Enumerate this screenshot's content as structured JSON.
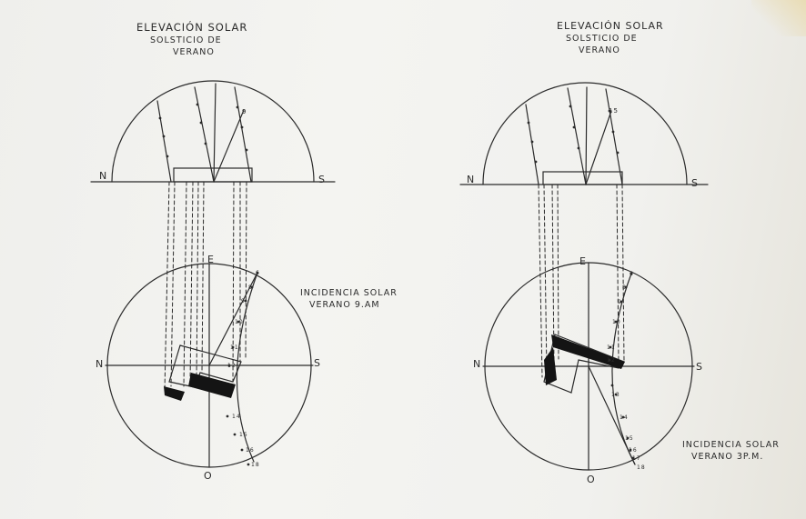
{
  "colors": {
    "ink": "#2a2a2a",
    "paper": "#f2f2ef",
    "fill": "#141414"
  },
  "left_panel": {
    "title_line1": "ELEVACIÓN SOLAR",
    "title_line2": "SOLSTICIO DE",
    "title_line3": "VERANO",
    "elev_north": "N",
    "elev_south": "S",
    "elev_hour": "9",
    "plan_north": "N",
    "plan_south": "S",
    "plan_east": "E",
    "plan_west": "O",
    "incidence_line1": "INCIDENCIA SOLAR",
    "incidence_line2": "VERANO 9.am",
    "hours": [
      "6",
      "8",
      "9",
      "10",
      "11",
      "12",
      "14",
      "15",
      "16",
      "18"
    ]
  },
  "right_panel": {
    "title_line1": "ELEVACIÓN SOLAR",
    "title_line2": "SOLSTICIO DE",
    "title_line3": "VERANO",
    "elev_north": "N",
    "elev_south": "S",
    "elev_hour": "15",
    "plan_north": "N",
    "plan_south": "S",
    "plan_east": "E",
    "plan_west": "O",
    "incidence_line1": "INCIDENCIA SOLAR",
    "incidence_line2": "VERANO 3P.M.",
    "hours": [
      "6",
      "8",
      "9",
      "10",
      "11",
      "12",
      "13",
      "14",
      "15",
      "16",
      "17",
      "18"
    ]
  }
}
